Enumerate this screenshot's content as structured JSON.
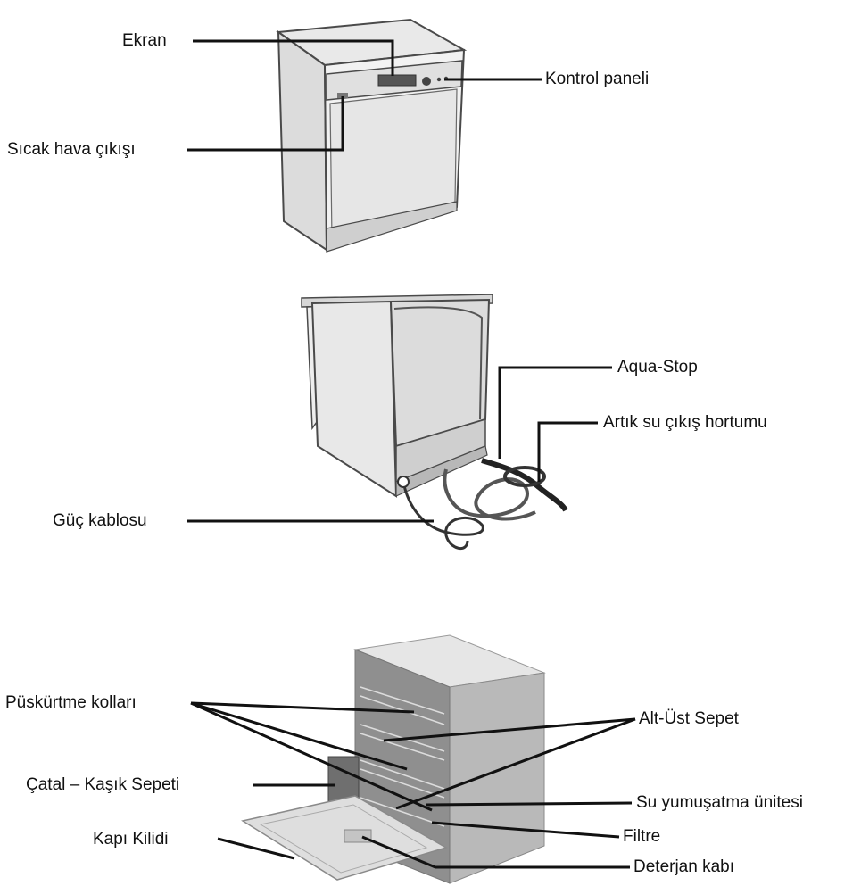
{
  "colors": {
    "line": "#111111",
    "body_light": "#eeeeee",
    "body_mid": "#d2d2d2",
    "body_dark": "#a9a9a9",
    "outline": "#4a4a4a"
  },
  "figure_top": {
    "labels": {
      "ekran": "Ekran",
      "kontrol_paneli": "Kontrol paneli",
      "sicak_hava_cikisi": "Sıcak hava çıkışı"
    }
  },
  "figure_middle": {
    "labels": {
      "aqua_stop": "Aqua-Stop",
      "artik_su": "Artık su çıkış hortumu",
      "guc_kablosu": "Güç kablosu"
    }
  },
  "figure_bottom": {
    "labels": {
      "puskurtme_kollari": "Püskürtme kolları",
      "alt_ust_sepet": "Alt-Üst Sepet",
      "catal_kasik": "Çatal – Kaşık Sepeti",
      "su_yumusatma": "Su yumuşatma ünitesi",
      "kapi_kilidi": "Kapı Kilidi",
      "filtre": "Filtre",
      "deterjan_kabi": "Deterjan kabı"
    }
  }
}
